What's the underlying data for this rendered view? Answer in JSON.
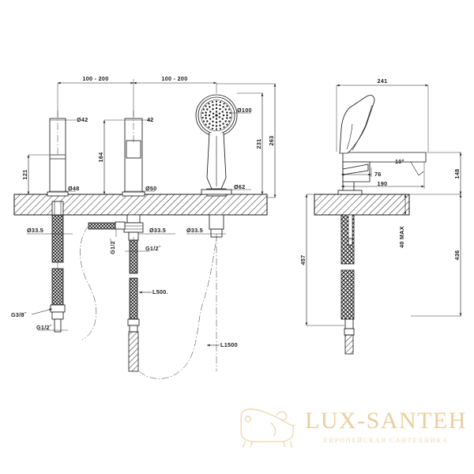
{
  "document": {
    "kind": "technical-drawing",
    "subject": "3-hole bath shower mixer - dimensioned CAD drawing",
    "background": "#ffffff",
    "line_color": "#1a1a1a"
  },
  "views": {
    "front": {
      "name": "front-elevation"
    },
    "side": {
      "name": "side-elevation"
    }
  },
  "dimensions": {
    "spacing_left": "100 - 200",
    "spacing_right": "100 - 200",
    "valve_top_dia": "Ø42",
    "valve_base_dia": "Ø48",
    "valve_height": "121",
    "spout_top_dia": "42",
    "spout_base_dia": "Ø50",
    "spout_height": "164",
    "handshower_head_dia": "Ø100",
    "handshower_base_dia": "Ø62",
    "handshower_height": "231",
    "total_height": "263",
    "hole_dia_left": "Ø33.5",
    "hole_dia_mid": "Ø33.5",
    "hole_dia_right": "Ø33.5",
    "thread_diverter": "G1/2˝",
    "thread_outlet": "G1/2˝",
    "thread_supply_inlet": "G3/8˝",
    "thread_supply_outlet": "G1/2˝",
    "hose_short": "L500.",
    "hose_long": "L1500",
    "side_reach": "241",
    "side_handle": "76",
    "side_projection": "190",
    "side_angle": "10°",
    "side_height": "148",
    "deck_max": "40 MAX",
    "side_drop_right": "436",
    "side_drop_left": "457"
  },
  "watermark": {
    "title": "LUX-SANTEH",
    "subtitle": "ЕВРОПЕЙСКАЯ САНТЕХНИКА",
    "icon": "bathtub-icon",
    "title_color": "#e9cfa0",
    "subtitle_color": "#edd9b3"
  }
}
